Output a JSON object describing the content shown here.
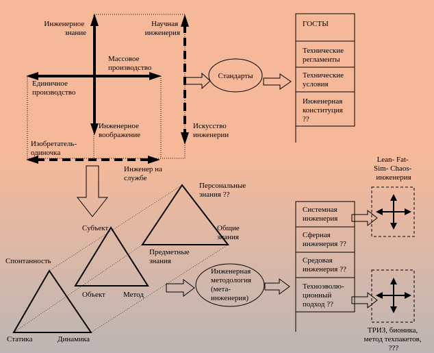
{
  "colors": {
    "bg_top": "#f5b99a",
    "bg_bottom": "#bdb6b4",
    "ink": "#000000"
  },
  "axes": {
    "up": [
      "Инженерное",
      "знание"
    ],
    "down": [
      "Инженерное",
      "воображение"
    ],
    "right": [
      "Массовое",
      "производство"
    ],
    "left": [
      "Единичное",
      "производство"
    ]
  },
  "labels": {
    "science": [
      "Научная",
      "инженерия"
    ],
    "art": [
      "Искусство",
      "инженерии"
    ],
    "inventor": [
      "Изобретатель-",
      "одиночка"
    ],
    "engineer": [
      "Инженер на",
      "службе"
    ]
  },
  "standards_ellipse": "Стандарты",
  "top_column": [
    [
      "ГОСТЫ"
    ],
    [
      "Технические",
      "регламенты"
    ],
    [
      "Технические",
      "условия"
    ],
    [
      "Инженерная",
      "конституция",
      "??"
    ]
  ],
  "triangles": {
    "spontaneity": "Спонтанность",
    "statics": "Статика",
    "dynamics": "Динамика",
    "subject": "Субъект",
    "object": "Объект",
    "method": "Метод",
    "personal": [
      "Персональные",
      "знания ??"
    ],
    "general": [
      "Общие",
      "знания"
    ],
    "subject_knowledge": [
      "Предметные",
      "знания"
    ]
  },
  "meta_ellipse": [
    "Инженерная",
    "методология",
    "(мета-",
    "инженерия)"
  ],
  "bottom_column": [
    [
      "Системная",
      "инженерия"
    ],
    [
      "Сферная",
      "инженерия ??"
    ],
    [
      "Средовая",
      "инженерия ??"
    ],
    [
      "Техноэволю-",
      "ционный",
      "подход ??"
    ]
  ],
  "lean": [
    "Lean-  Fat-",
    "Sim- Chaos-",
    "инженерия"
  ],
  "triz": [
    "ТРИЗ, бионика,",
    "метод техпакетов,",
    "???"
  ]
}
